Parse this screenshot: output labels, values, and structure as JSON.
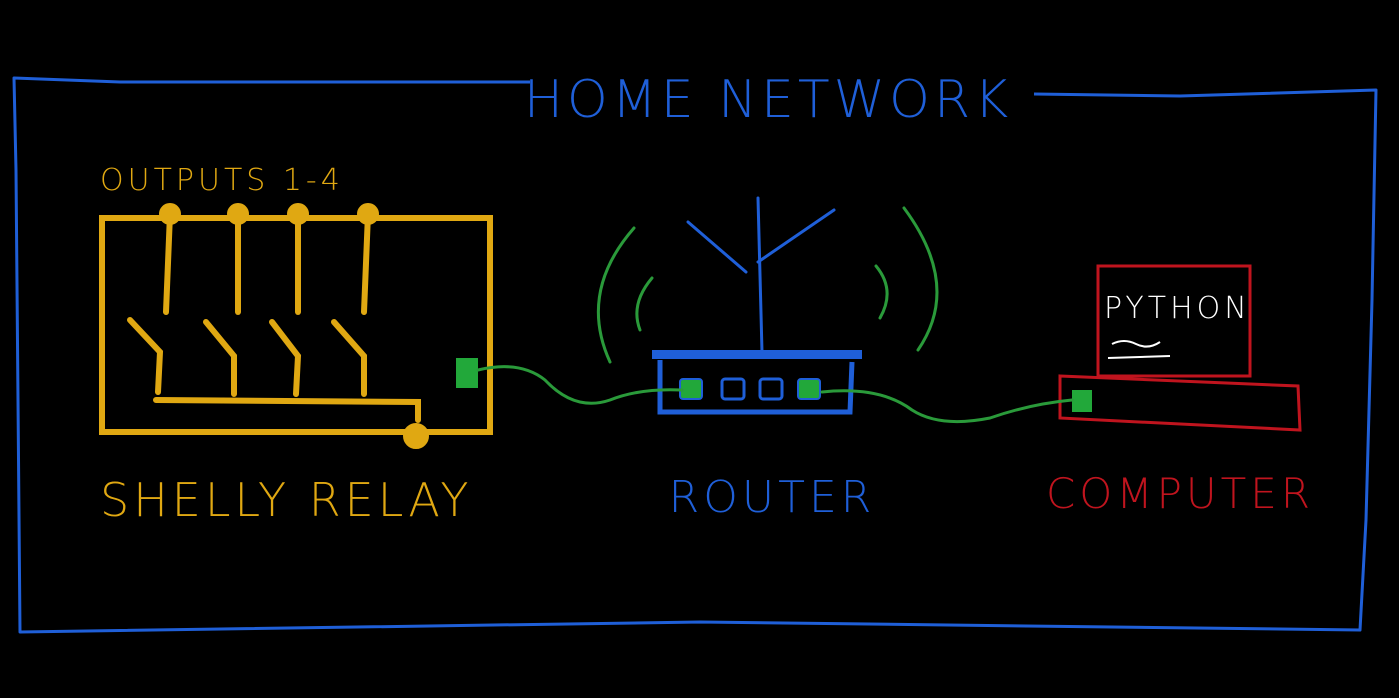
{
  "title": "HOME NETWORK",
  "relay": {
    "outputs_label": "OUTPUTS 1-4",
    "name": "SHELLY RELAY"
  },
  "router": {
    "name": "ROUTER"
  },
  "computer": {
    "name": "COMPUTER",
    "screen_text": "PYTHON"
  },
  "colors": {
    "background": "#000000",
    "frame": "#1f5fd8",
    "relay": "#e0a812",
    "router": "#1f5fd8",
    "computer": "#c0141e",
    "cable": "#2a9a3a",
    "port": "#22a83a",
    "screen_text": "#ffffff"
  }
}
